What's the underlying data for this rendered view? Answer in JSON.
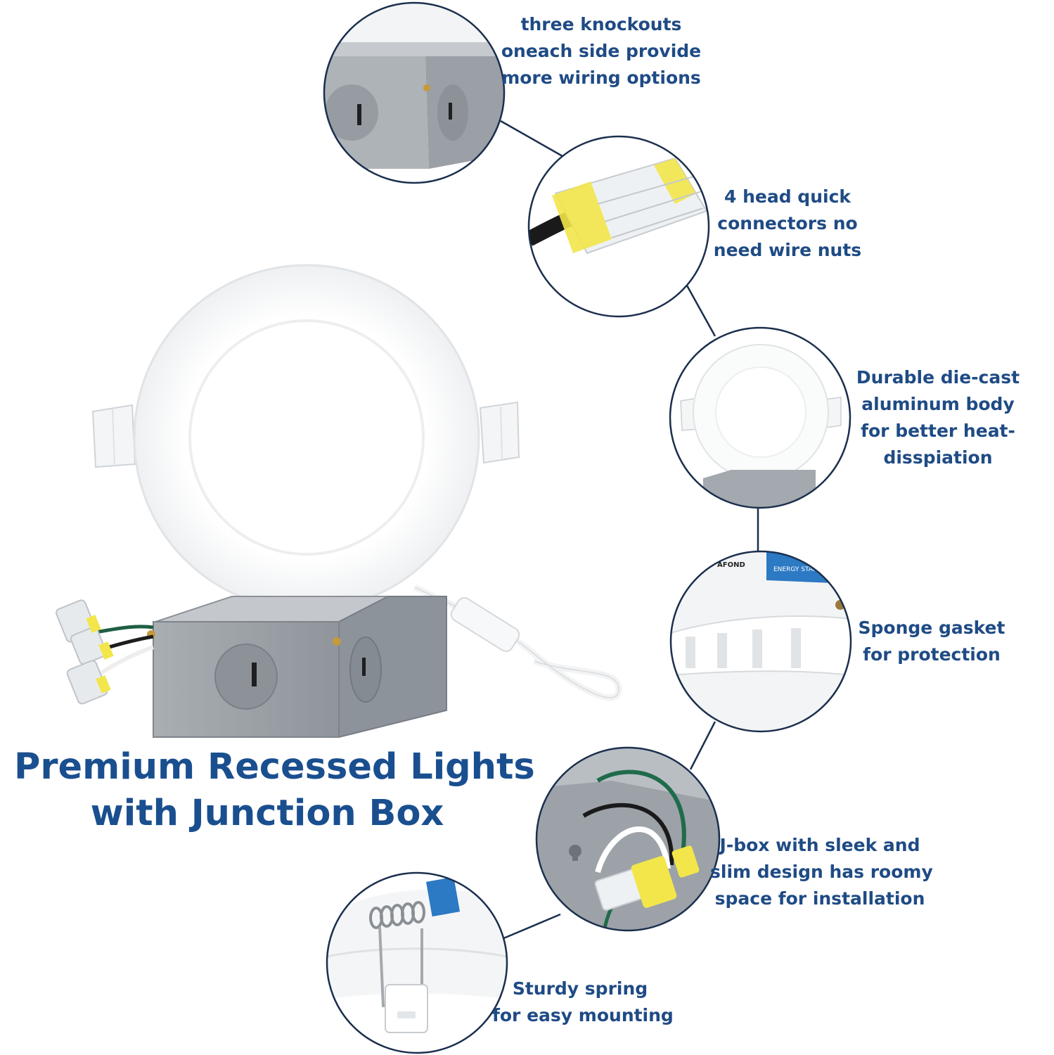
{
  "headline": {
    "line1": "Premium Recessed Lights",
    "line2": "with Junction Box"
  },
  "callouts": [
    {
      "lines": [
        "three knockouts",
        "oneach side provide",
        "more wiring options"
      ]
    },
    {
      "lines": [
        "4 head quick",
        "connectors no",
        "need wire nuts"
      ]
    },
    {
      "lines": [
        "Durable die-cast",
        "aluminum body",
        "for better heat-",
        "disspiation"
      ]
    },
    {
      "lines": [
        "Sponge gasket",
        "for protection"
      ]
    },
    {
      "lines": [
        "J-box with sleek and",
        "slim design has roomy",
        "space for installation"
      ]
    },
    {
      "lines": [
        "Sturdy spring",
        "for easy mounting"
      ]
    }
  ],
  "labels_in_images": {
    "brand": "AFOND",
    "certification": "ENERGY STAR"
  },
  "colors": {
    "text_blue": "#1f4b85",
    "headline_blue": "#1a4f8f",
    "connector_line": "#1b2f4d",
    "junction_box_gray": "#9aa0a6",
    "connector_yellow": "#f2e64a",
    "wire_green": "#1f6b4a"
  }
}
